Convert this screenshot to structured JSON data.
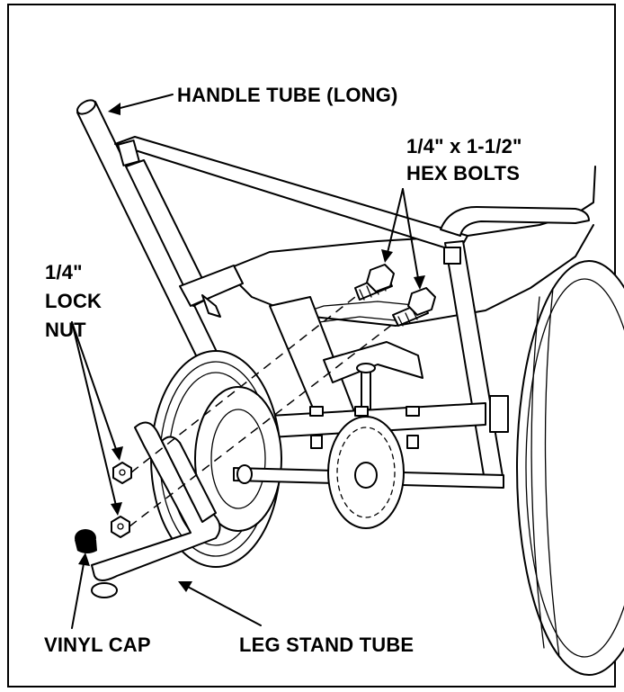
{
  "labels": {
    "handle_tube": "HANDLE TUBE (LONG)",
    "hex_bolts_line1": "1/4\" x 1-1/2\"",
    "hex_bolts_line2": "HEX BOLTS",
    "lock_nut_line1": "1/4\"",
    "lock_nut_line2": "LOCK",
    "lock_nut_line3": "NUT",
    "vinyl_cap": "VINYL CAP",
    "leg_stand_tube": "LEG STAND TUBE"
  },
  "colors": {
    "ink": "#000000",
    "paper": "#ffffff"
  }
}
